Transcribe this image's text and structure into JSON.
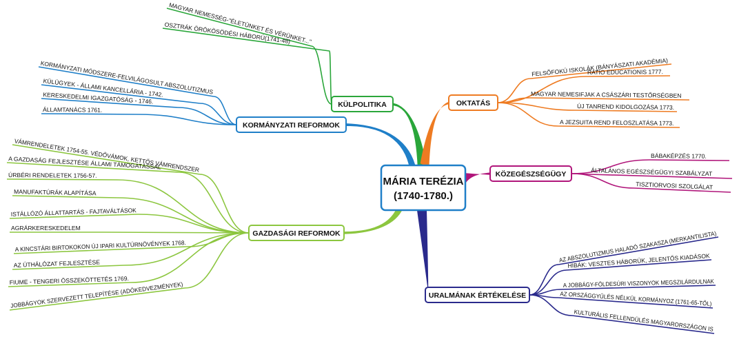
{
  "center": {
    "line1": "MÁRIA TERÉZIA",
    "line2": "(1740-1780.)"
  },
  "branches": [
    {
      "id": "kulpolitika",
      "label": "KÜLPOLITIKA",
      "color": "#2aa63a",
      "items": [
        "MAGYAR NEMESSÉG-\"ÉLETÜNKET ÉS VÉRÜNKET...\"",
        "OSZTRÁK ÖRÖKÖSÖDÉSI HÁBORÚ(1741-48)"
      ]
    },
    {
      "id": "kormanyzati",
      "label": "KORMÁNYZATI REFORMOK",
      "color": "#1f7fc8",
      "items": [
        "KORMÁNYZATI MÓDSZERE-FELVILÁGOSULT ABSZOLUTIZMUS",
        "KÜLÜGYEK - ÁLLAMI KANCELLÁRIA - 1742.",
        "KERESKEDELMI IGAZGATÓSÁG - 1746.",
        "ÁLLAMTANÁCS 1761."
      ]
    },
    {
      "id": "gazdasagi",
      "label": "GAZDASÁGI REFORMOK",
      "color": "#8cc63f",
      "items": [
        "VÁMRENDELETEK 1754-55. VÉDŐVÁMOK, KETTŐS VÁMRENDSZER",
        "A GAZDASÁG FEJLESZTÉSE ÁLLAMI TÁMOGATÁSSAL",
        "ÚRBÉRI RENDELETEK 1756-57.",
        "MANUFAKTÚRÁK ALAPÍTÁSA",
        "ISTÁLLÓZÓ ÁLLATTARTÁS - FAJTAVÁLTÁSOK",
        "AGRÁRKERESKEDELEM",
        "A KINCSTÁRI BIRTOKOKON ÚJ IPARI KULTÚRNÖVÉNYEK 1768.",
        "AZ ÚTHÁLÓZAT FEJLESZTÉSE",
        "FIUME - TENGERI ÖSSZEKÖTTETÉS 1769.",
        "JOBBÁGYOK SZERVEZETT TELEPÍTÉSE (ADÓKEDVEZMÉNYEK)"
      ]
    },
    {
      "id": "oktatas",
      "label": "OKTATÁS",
      "color": "#ee7b22",
      "items": [
        "FELSŐFOKÚ ISKOLÁK (BÁNYÁSZATI AKADÉMIA)",
        "RATIO EDUCATIONIS 1777.",
        "MAGYAR NEMESIFJAK A CSÁSZÁRI TESTŐRSÉGBEN",
        "ÚJ TANREND KIDOLGOZÁSA 1773.",
        "A JEZSUITA REND FELOSZLATÁSA 1773."
      ]
    },
    {
      "id": "kozegeszsegugy",
      "label": "KÖZEGÉSZSÉGÜGY",
      "color": "#b0157a",
      "items": [
        "BÁBAKÉPZÉS 1770.",
        "ÁLTALÁNOS EGÉSZSÉGÜGYI SZABÁLYZAT",
        "TISZTIORVOSI SZOLGÁLAT"
      ]
    },
    {
      "id": "uralmanak",
      "label": "URALMÁNAK ÉRTÉKELÉSE",
      "color": "#2a2a8c",
      "items": [
        "AZ ABSZOLUTIZMUS HALADÓ SZAKASZA (MERKANTILISTA)",
        "HIBÁK: VESZTES HÁBORÚK, JELENTŐS KIADÁSOK",
        "A JOBBÁGY-FÖLDESÚRI VISZONYOK MEGSZILÁRDULNAK",
        "AZ ORSZÁGGYŰLÉS NÉLKÜL KORMÁNYOZ (1761-65-TŐL)",
        "KULTURÁLIS FELLENDÜLÉS MAGYARORSZÁGON IS"
      ]
    }
  ]
}
